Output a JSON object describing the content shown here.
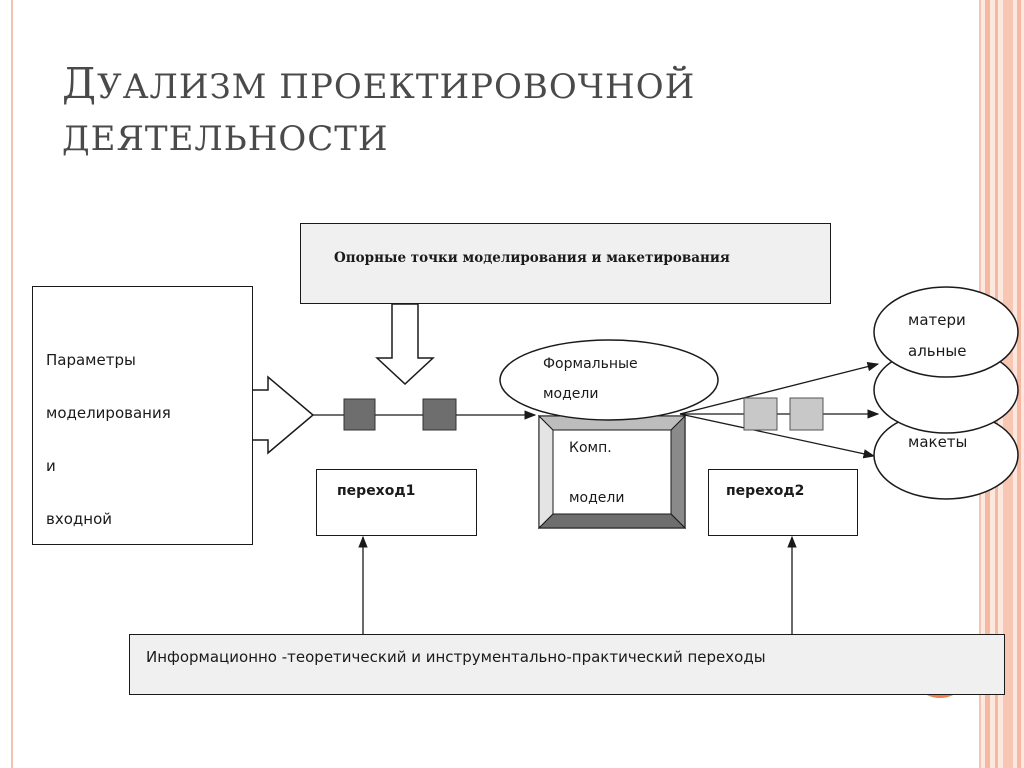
{
  "slide": {
    "title_first_letter": "Д",
    "title_line1_rest": "УАЛИЗМ ПРОЕКТИРОВОЧНОЙ",
    "title_line2": "ДЕЯТЕЛЬНОСТИ"
  },
  "diagram": {
    "top_box": "Опорные  точки  моделирования  и макетирования",
    "param_box": [
      "Параметры",
      "моделирования",
      "и",
      "входной"
    ],
    "formal_models": [
      "Формальные",
      "модели"
    ],
    "comp_models": [
      "Комп.",
      "модели"
    ],
    "material_ellipse": [
      "матери",
      "альные"
    ],
    "layouts_ellipse": "макеты",
    "transition1": "переход1",
    "transition2": "переход2",
    "bottom_box": "Информационно -теоретический и инструментально-практический переходы"
  },
  "colors": {
    "accent_stripe": "#f5b8a0",
    "accent_circle": "#f08050",
    "dark_square": "#6e6e6e",
    "light_square": "#c8c8c8",
    "box_fill": "#f0f0f0"
  }
}
